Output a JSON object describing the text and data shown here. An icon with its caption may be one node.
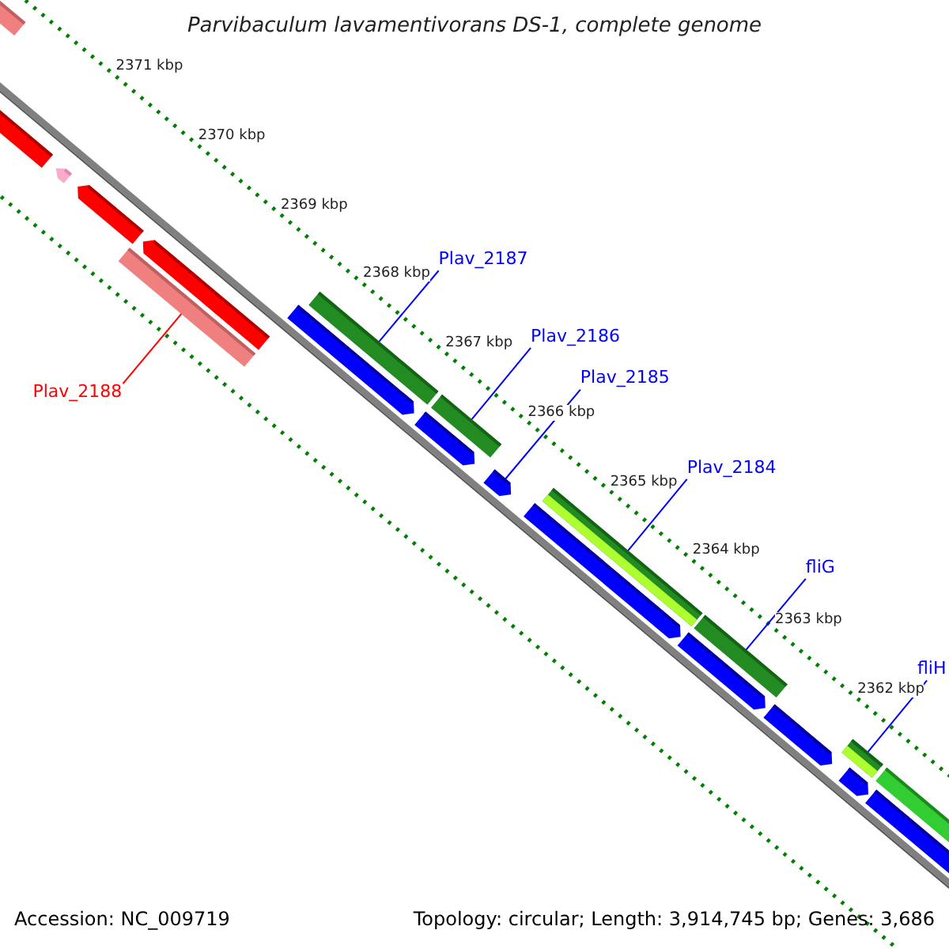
{
  "diagram": {
    "title": "Parvibaculum lavamentivorans DS-1, complete genome",
    "nodes": [
      {
        "text": [
          "Plav_2188"
        ]
      },
      {
        "text": [
          "Plav_2187"
        ]
      },
      {
        "text": [
          "Plav_2186"
        ]
      },
      {
        "text": [
          "Plav_2185"
        ]
      },
      {
        "text": [
          "Plav_2184"
        ]
      },
      {
        "text": [
          "fliG"
        ]
      },
      {
        "text": [
          "fliH"
        ]
      },
      {
        "text": [],
        "shape": "bar"
      },
      {
        "text": [],
        "shape": "bar"
      },
      {
        "text": [],
        "shape": "bar"
      },
      {
        "text": [],
        "shape": "bar"
      },
      {
        "text": [],
        "shape": "bar"
      },
      {
        "text": [],
        "shape": "bar"
      },
      {
        "text": [],
        "shape": "bar"
      }
    ],
    "edges": [
      {
        "from": 0,
        "to": 7,
        "arrow": "none",
        "color": "#ff0000"
      },
      {
        "from": 1,
        "to": 8,
        "arrow": "none"
      },
      {
        "from": 2,
        "to": 9,
        "arrow": "none"
      },
      {
        "from": 3,
        "to": 10,
        "arrow": "none"
      },
      {
        "from": 4,
        "to": 11,
        "arrow": "none"
      },
      {
        "from": 5,
        "to": 12,
        "arrow": "none"
      },
      {
        "from": 6,
        "to": 13,
        "arrow": "none"
      }
    ],
    "labels": [
      "2371 kbp",
      "2370 kbp",
      "2369 kbp",
      "2368 kbp",
      "2367 kbp",
      "2366 kbp",
      "2365 kbp",
      "2364 kbp",
      "2363 kbp",
      "2362 kbp",
      "Accession: NC_009719",
      "Topology: circular; Length: 3,914,745 bp; Genes: 3,686"
    ]
  }
}
